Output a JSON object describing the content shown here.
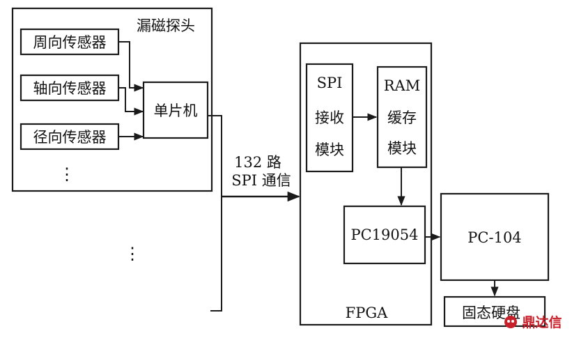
{
  "probe": {
    "title": "漏磁探头",
    "sensors": [
      "周向传感器",
      "轴向传感器",
      "径向传感器"
    ],
    "mcu": "单片机",
    "ellipsis": "⋮"
  },
  "link": {
    "line1": "132 路",
    "line2": "SPI 通信"
  },
  "fpga": {
    "title": "FPGA",
    "spi_rx": [
      "SPI",
      "接收",
      "模块"
    ],
    "ram": [
      "RAM",
      "缓存",
      "模块"
    ],
    "pc19054": "PC19054"
  },
  "pc104": "PC-104",
  "ssd": "固态硬盘",
  "outside_ellipsis": "⋮",
  "watermark": "鼎达信"
}
